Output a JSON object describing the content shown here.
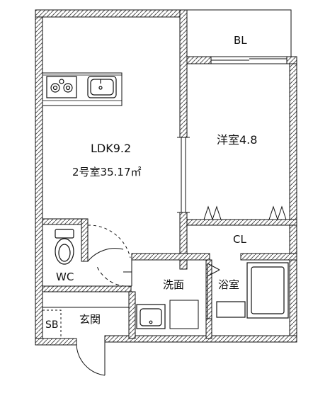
{
  "floor_plan": {
    "rooms": {
      "ldk": "LDK9.2",
      "unit_area": "2号室35.17㎡",
      "western_room": "洋室4.8",
      "balcony": "BL",
      "closet": "CL",
      "toilet": "WC",
      "washroom": "洗面",
      "bathroom": "浴室",
      "entrance": "玄関",
      "shoe_box": "SB"
    }
  }
}
